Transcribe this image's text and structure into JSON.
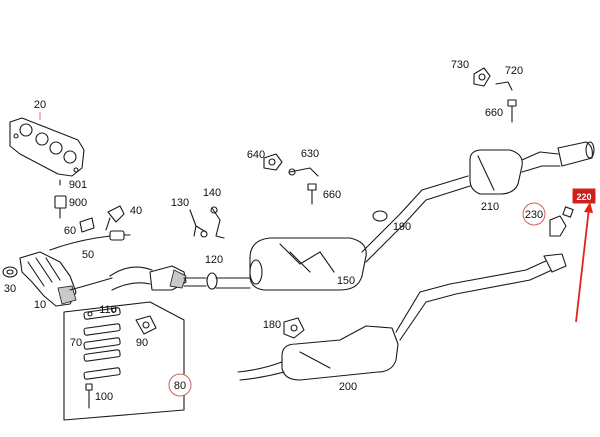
{
  "diagram": {
    "colors": {
      "line": "#1a1a1a",
      "leader": "#d06060",
      "highlight": "#e2231a",
      "badge_bg": "#cc1f1f",
      "circle_stroke": "#d06060"
    },
    "callouts": [
      {
        "id": "c20",
        "label": "20",
        "circled": false
      },
      {
        "id": "c901",
        "label": "901",
        "circled": false
      },
      {
        "id": "c900",
        "label": "900",
        "circled": false
      },
      {
        "id": "c40",
        "label": "40",
        "circled": false
      },
      {
        "id": "c60",
        "label": "60",
        "circled": false
      },
      {
        "id": "c50",
        "label": "50",
        "circled": false
      },
      {
        "id": "c30",
        "label": "30",
        "circled": false
      },
      {
        "id": "c10",
        "label": "10",
        "circled": false
      },
      {
        "id": "c110",
        "label": "110",
        "circled": false
      },
      {
        "id": "c70",
        "label": "70",
        "circled": false
      },
      {
        "id": "c90",
        "label": "90",
        "circled": false
      },
      {
        "id": "c80",
        "label": "80",
        "circled": true
      },
      {
        "id": "c100",
        "label": "100",
        "circled": false
      },
      {
        "id": "c130",
        "label": "130",
        "circled": false
      },
      {
        "id": "c140",
        "label": "140",
        "circled": false
      },
      {
        "id": "c120",
        "label": "120",
        "circled": false
      },
      {
        "id": "c640",
        "label": "640",
        "circled": false
      },
      {
        "id": "c630",
        "label": "630",
        "circled": false
      },
      {
        "id": "c660a",
        "label": "660",
        "circled": false
      },
      {
        "id": "c150",
        "label": "150",
        "circled": false
      },
      {
        "id": "c190",
        "label": "190",
        "circled": false
      },
      {
        "id": "c180",
        "label": "180",
        "circled": false
      },
      {
        "id": "c200",
        "label": "200",
        "circled": false
      },
      {
        "id": "c730",
        "label": "730",
        "circled": false
      },
      {
        "id": "c720",
        "label": "720",
        "circled": false
      },
      {
        "id": "c660b",
        "label": "660",
        "circled": false
      },
      {
        "id": "c210",
        "label": "210",
        "circled": false
      },
      {
        "id": "c230",
        "label": "230",
        "circled": true
      }
    ],
    "highlight_badge": {
      "label": "220"
    }
  }
}
